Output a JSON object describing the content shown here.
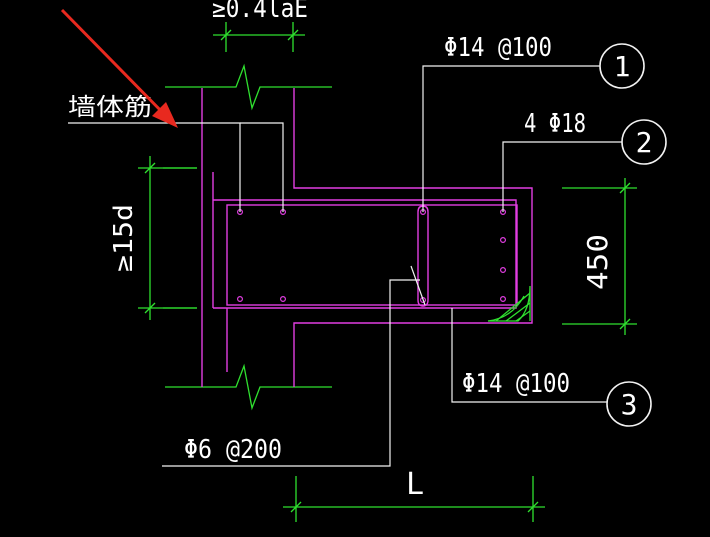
{
  "labels": {
    "top_anchorage": "≥0.4laE",
    "wall_rebar": "墙体筋",
    "anchor_length": "≥15d",
    "bar1_spec": "Φ14 @100",
    "bar2_spec": "4 Φ18",
    "beam_height": "450",
    "bar3_spec": "Φ14 @100",
    "stirrup_spec": "Φ6 @200",
    "length_label": "L"
  },
  "callouts": [
    "1",
    "2",
    "3"
  ],
  "colors": {
    "background": "#000000",
    "rebar": "#e23ee2",
    "dimension": "#2fe02f",
    "leader": "#f2f2f2",
    "arrow": "#e8291f",
    "hatch": "#2fe02f"
  }
}
